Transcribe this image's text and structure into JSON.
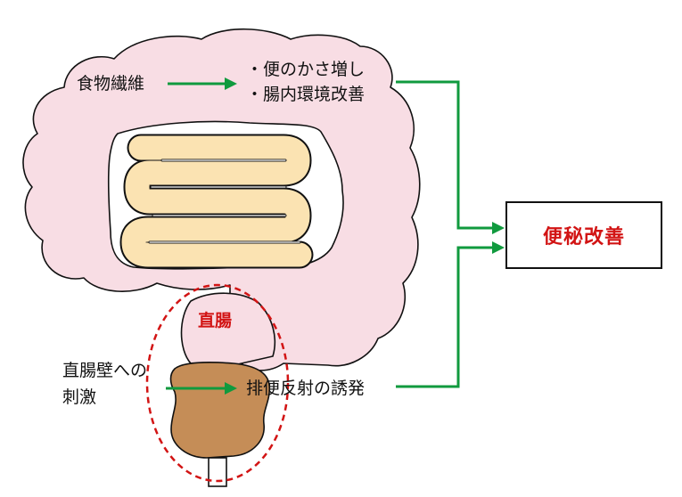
{
  "colors": {
    "colon_fill": "#f8dde4",
    "small_intestine_fill": "#fbe3b2",
    "stool_fill": "#c58d57",
    "arrow": "#109a3e",
    "highlight_red": "#d21414"
  },
  "labels": {
    "dietary_fiber": "食物繊維",
    "effect_bulk": "・便のかさ増し",
    "effect_gut": "・腸内環境改善",
    "rectum": "直腸",
    "stimulus_line1": "直腸壁への",
    "stimulus_line2": "刺激",
    "reflex": "排便反射の誘発",
    "result": "便秘改善"
  }
}
